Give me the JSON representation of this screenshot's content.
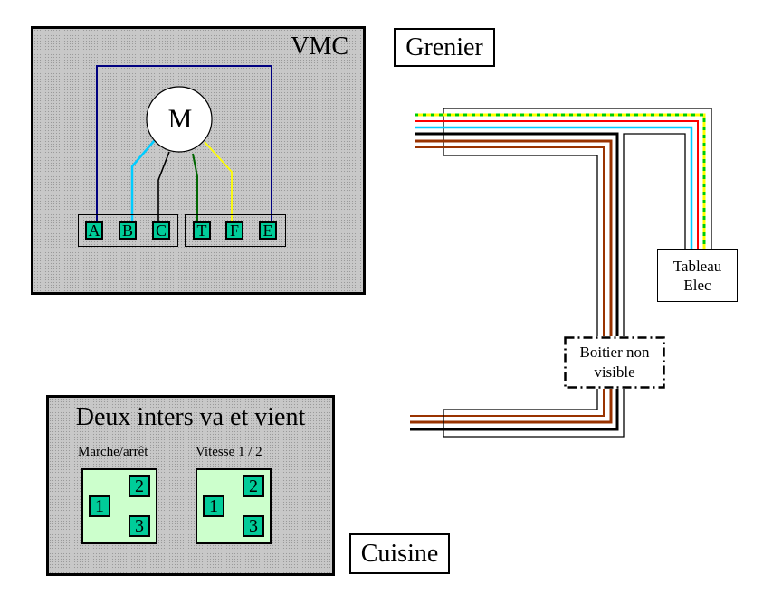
{
  "vmc": {
    "title": "VMC",
    "motor_label": "M",
    "terminals_left": [
      "A",
      "B",
      "C"
    ],
    "terminals_right": [
      "T",
      "F",
      "E"
    ],
    "wire_colors": {
      "A_E_loop": "#000080",
      "B": "#00ccff",
      "C": "#000000",
      "T": "#006600",
      "F": "#ffff00"
    }
  },
  "rooms": {
    "attic": "Grenier",
    "kitchen": "Cuisine"
  },
  "switches": {
    "title": "Deux inters va et vient",
    "items": [
      {
        "label": "Marche/arrêt",
        "terminals": [
          "1",
          "2",
          "3"
        ]
      },
      {
        "label": "Vitesse 1 / 2",
        "terminals": [
          "1",
          "2",
          "3"
        ]
      }
    ]
  },
  "boxes": {
    "panel_line1": "Tableau",
    "panel_line2": "Elec",
    "junction_line1": "Boitier non",
    "junction_line2": "visible"
  },
  "cable_colors": {
    "earth_yellow": "#ffff00",
    "earth_green": "#00cc00",
    "live_red": "#ff0000",
    "neutral_blue": "#00ccff",
    "black": "#000000",
    "brown": "#993300"
  }
}
